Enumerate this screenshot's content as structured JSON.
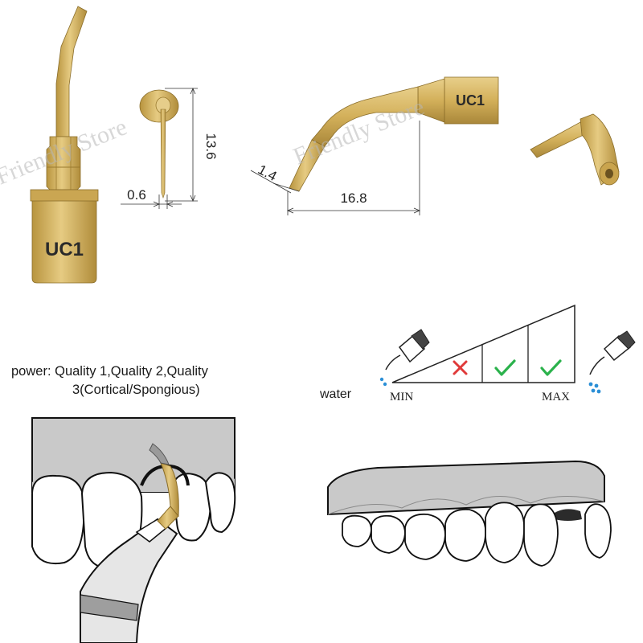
{
  "watermark": "Friendly Store",
  "tip": {
    "model": "UC1",
    "dims": {
      "width": "0.6",
      "height": "13.6",
      "tip_width": "1.4",
      "length": "16.8"
    }
  },
  "power": {
    "line1": "power: Quality 1,Quality 2,Quality",
    "line2": "3(Cortical/Spongious)"
  },
  "water_scale": {
    "label": "water",
    "min": "MIN",
    "max": "MAX",
    "segments": [
      {
        "mark": "cross",
        "color": "#e03a3a"
      },
      {
        "mark": "check",
        "color": "#2bb24c"
      },
      {
        "mark": "check",
        "color": "#2bb24c"
      }
    ]
  },
  "colors": {
    "gold": "#d4b15c",
    "gold_dark": "#a88632",
    "gum": "#c9c9c9",
    "outline": "#111111"
  }
}
